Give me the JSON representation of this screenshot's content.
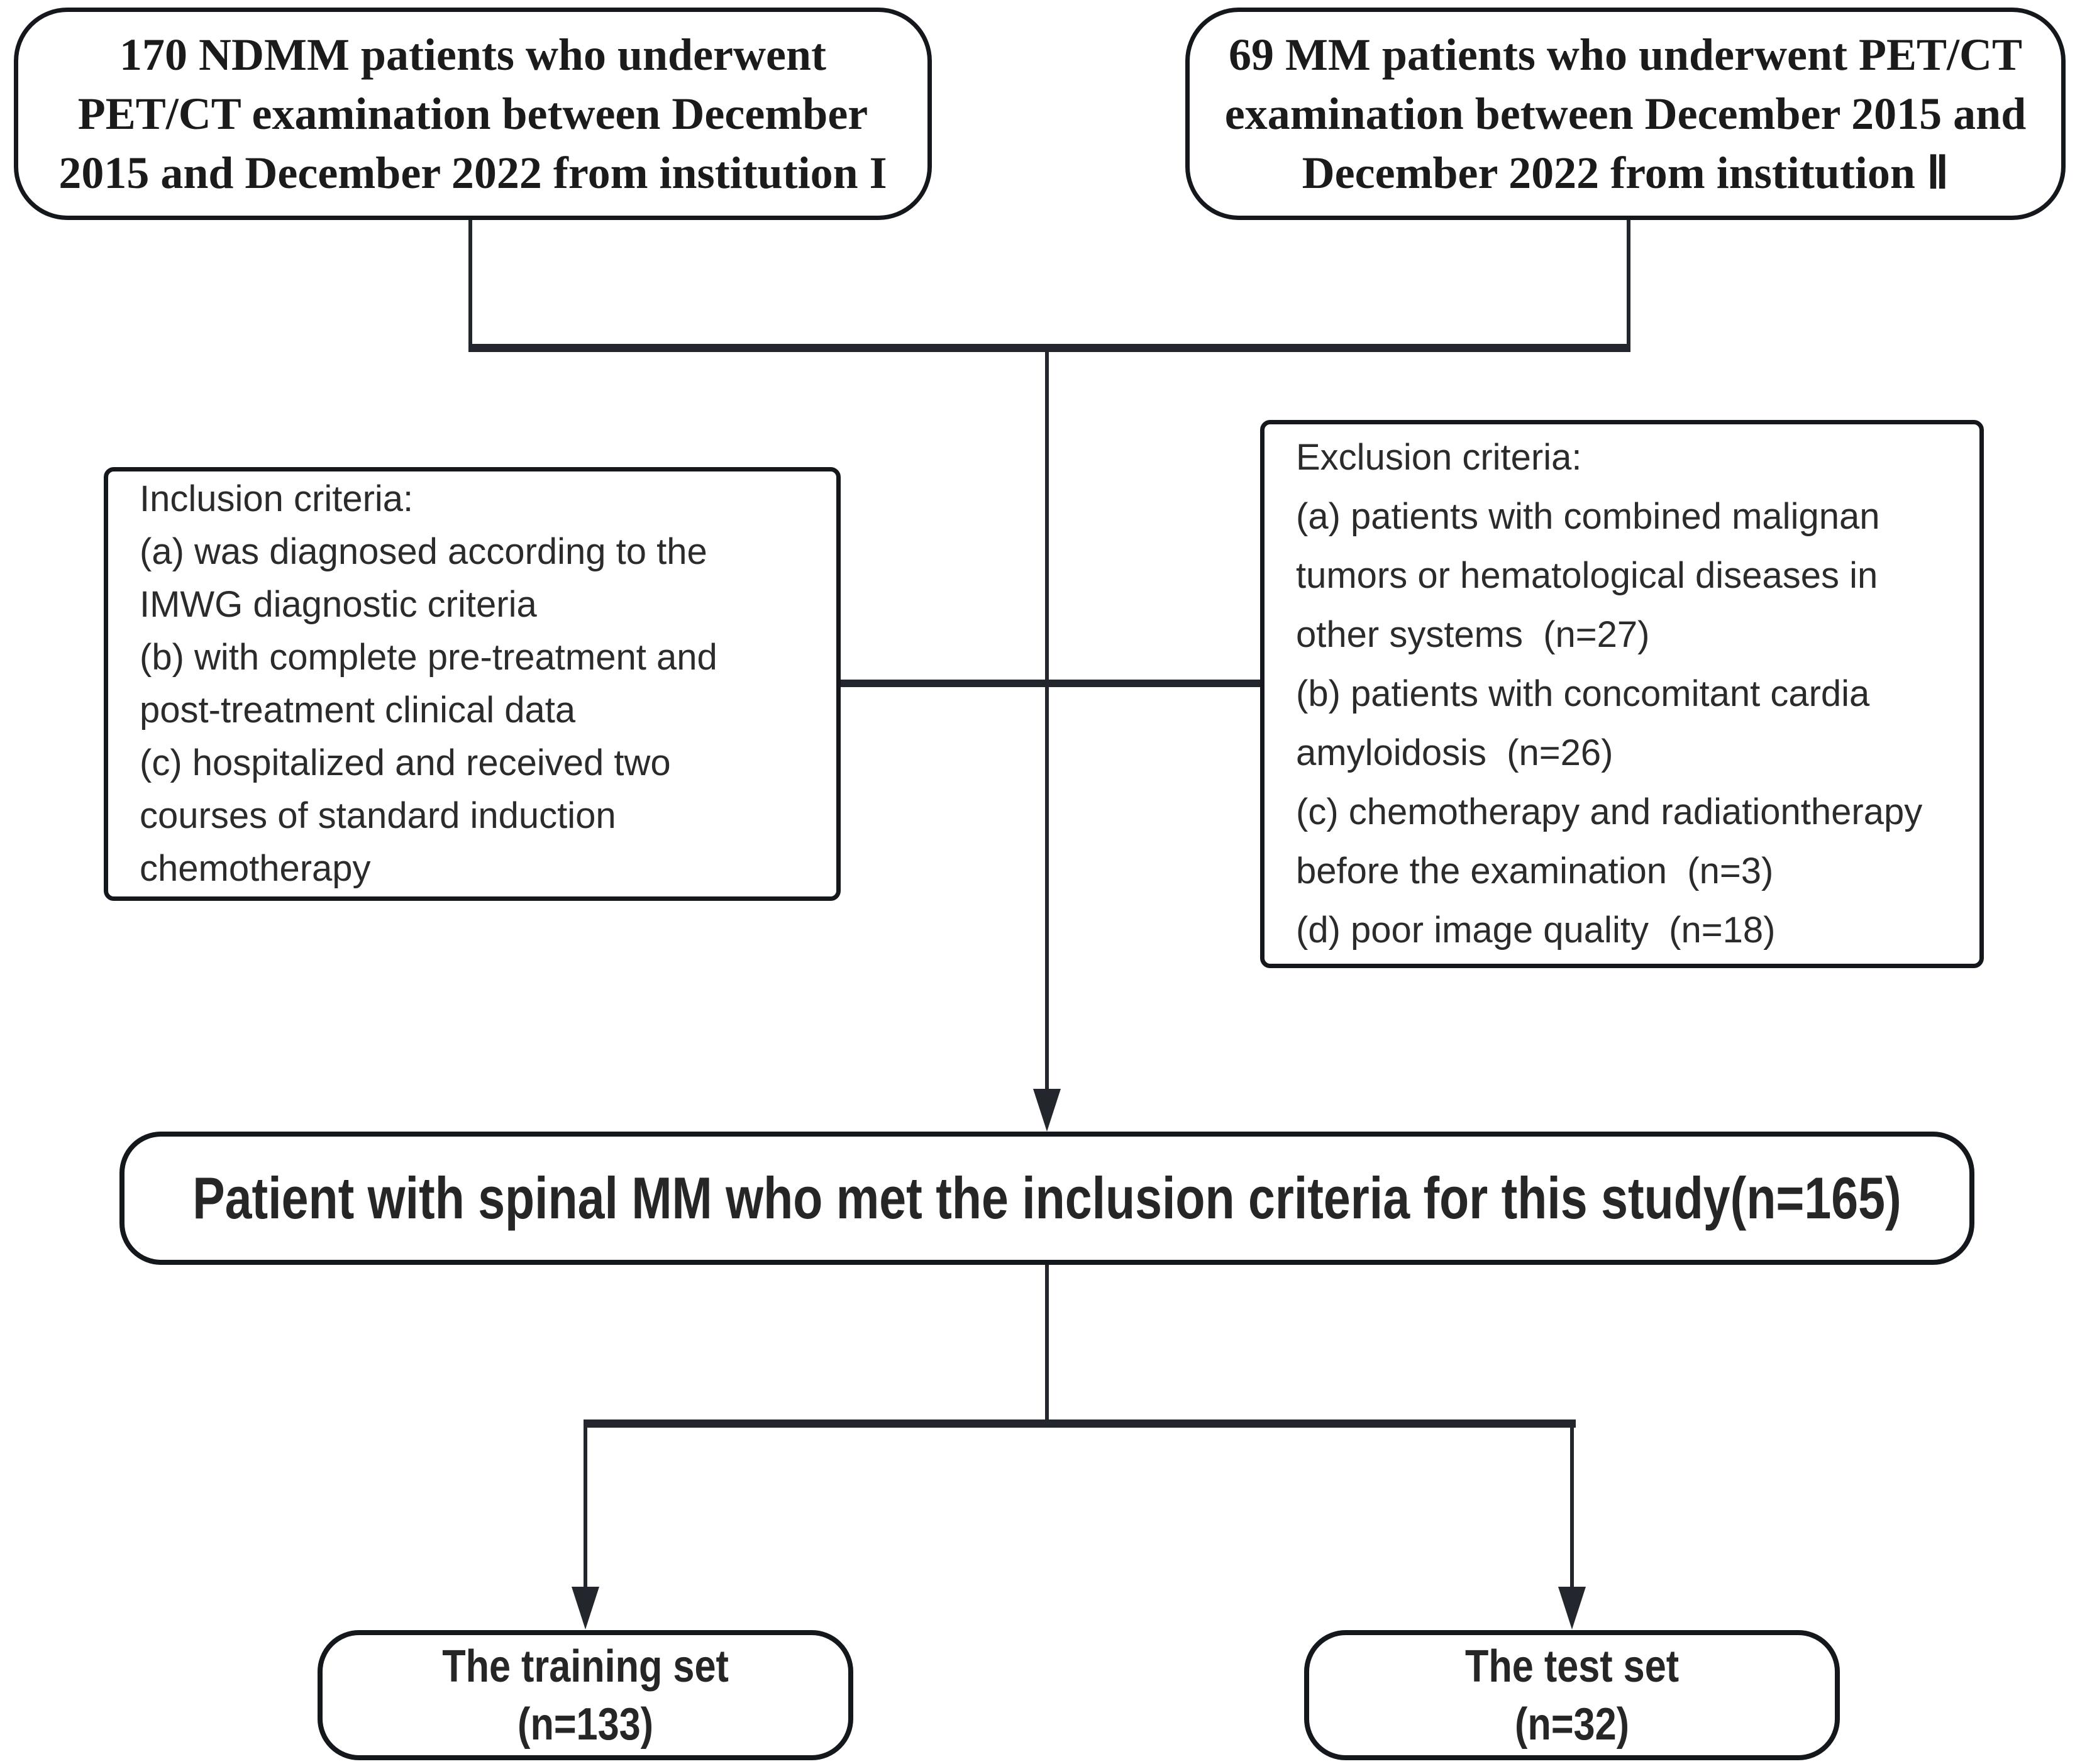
{
  "colors": {
    "background": "#ffffff",
    "box_border": "#14171c",
    "connector": "#23262c",
    "serif_text": "#1b1b1b",
    "sans_text": "#2b2b2b"
  },
  "flowchart": {
    "institution1_box": {
      "lines": [
        "170 NDMM patients who underwent",
        "PET/CT examination between December",
        "2015 and December 2022 from institution I"
      ]
    },
    "institution2_box": {
      "lines": [
        "69 MM patients who underwent PET/CT",
        "examination between December 2015 and",
        "December 2022 from institution Ⅱ"
      ]
    },
    "inclusion_box": {
      "lines": [
        "Inclusion criteria:",
        "(a) was diagnosed according to the",
        "IMWG diagnostic criteria",
        "(b) with complete pre-treatment and",
        "post-treatment clinical data",
        "(c) hospitalized and received two",
        "courses of standard induction",
        "chemotherapy"
      ]
    },
    "exclusion_box": {
      "lines": [
        "Exclusion criteria:",
        "(a) patients with combined malignan",
        "tumors or hematological diseases in",
        "other systems  (n=27)",
        "(b) patients with concomitant cardia",
        "amyloidosis  (n=26)",
        "(c) chemotherapy and radiationtherapy",
        "before the examination  (n=3)",
        "(d) poor image quality  (n=18)"
      ]
    },
    "eligible_box": {
      "text": "Patient with spinal MM who met the inclusion criteria for this study(n=165)"
    },
    "training_box": {
      "lines": [
        "The training set",
        "(n=133)"
      ]
    },
    "test_box": {
      "lines": [
        "The test set",
        "(n=32)"
      ]
    },
    "counts": {
      "institution1_patients": 170,
      "institution2_patients": 69,
      "excluded_combined_malignancy": 27,
      "excluded_cardiac_amyloidosis": 26,
      "excluded_prior_therapy": 3,
      "excluded_poor_image_quality": 18,
      "eligible": 165,
      "training": 133,
      "test": 32
    }
  }
}
